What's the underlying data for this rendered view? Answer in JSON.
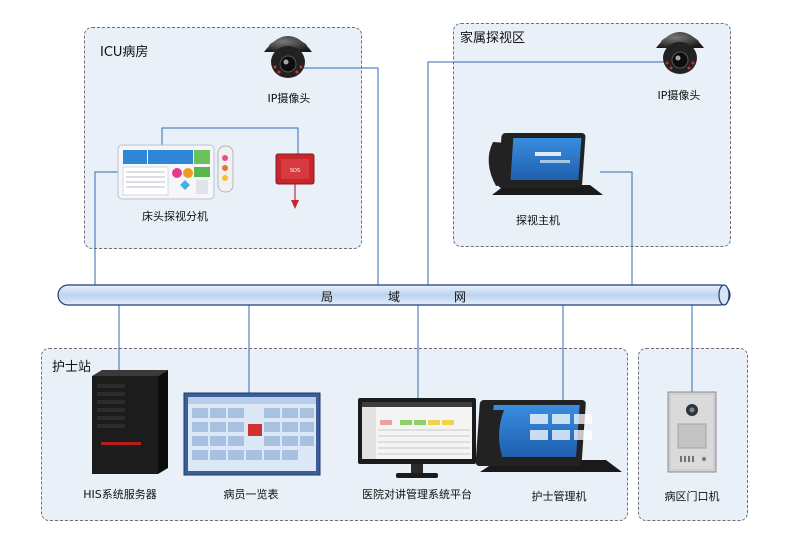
{
  "zones": {
    "icu": {
      "title": "ICU病房"
    },
    "family": {
      "title": "家属探视区"
    },
    "nurse_station": {
      "title": "护士站"
    },
    "ward_gate": {
      "title": ""
    }
  },
  "network": {
    "label_chars": [
      "局",
      "域",
      "网"
    ]
  },
  "devices": {
    "icu_camera": {
      "label": "IP摄像头"
    },
    "bedside_unit": {
      "label": "床头探视分机"
    },
    "family_camera": {
      "label": "IP摄像头"
    },
    "visit_host": {
      "label": "探视主机"
    },
    "his_server": {
      "label": "HIS系统服务器"
    },
    "patient_board": {
      "label": "病员一览表"
    },
    "platform": {
      "label": "医院对讲管理系统平台"
    },
    "nurse_host": {
      "label": "护士管理机"
    },
    "door_unit": {
      "label": "病区门口机"
    }
  },
  "colors": {
    "zone_bg": "#eaf0f8",
    "bus": "#cfe0f3",
    "wire": "#2f6db3"
  }
}
